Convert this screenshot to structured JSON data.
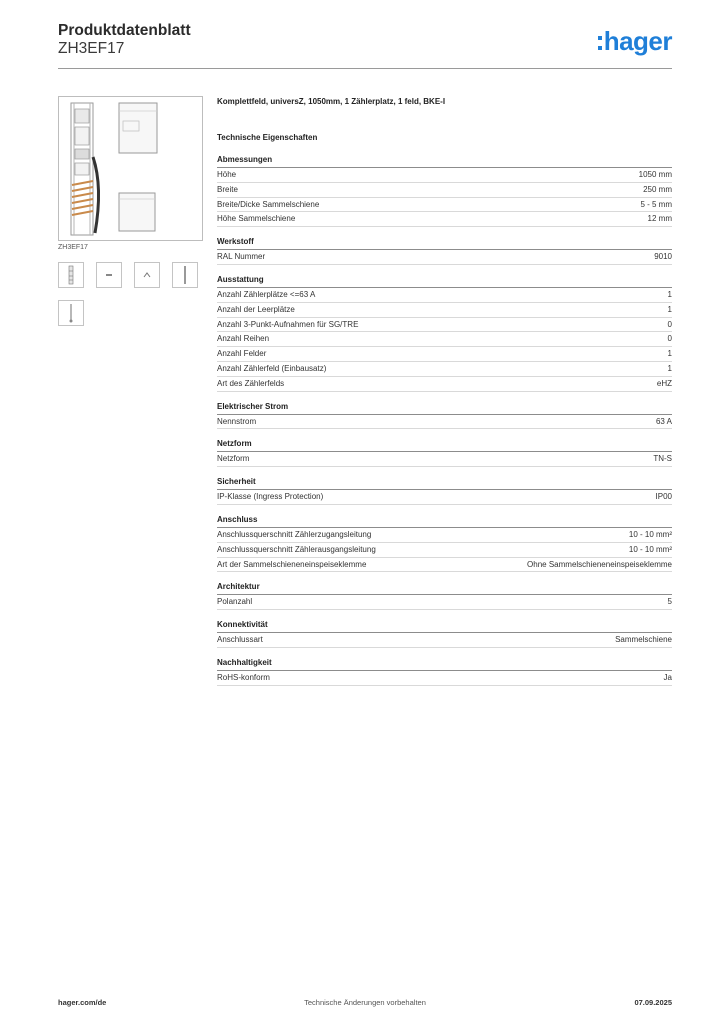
{
  "header": {
    "title": "Produktdatenblatt",
    "code": "ZH3EF17",
    "logo_text": "hager",
    "logo_color": "#1f7fd8"
  },
  "image": {
    "caption": "ZH3EF17",
    "thumb_icons": [
      "terminal-strip-icon",
      "small-bar-icon",
      "clip-icon",
      "busbar-rod-icon",
      "screw-rod-icon"
    ]
  },
  "product_description": "Komplettfeld, universZ, 1050mm,  1 Zählerplatz, 1 feld, BKE-I",
  "tech_title": "Technische Eigenschaften",
  "sections": [
    {
      "title": "Abmessungen",
      "rows": [
        {
          "label": "Höhe",
          "value": "1050 mm"
        },
        {
          "label": "Breite",
          "value": "250 mm"
        },
        {
          "label": "Breite/Dicke Sammelschiene",
          "value": "5 - 5 mm"
        },
        {
          "label": "Höhe Sammelschiene",
          "value": "12 mm"
        }
      ]
    },
    {
      "title": "Werkstoff",
      "rows": [
        {
          "label": "RAL Nummer",
          "value": "9010"
        }
      ]
    },
    {
      "title": "Ausstattung",
      "rows": [
        {
          "label": "Anzahl Zählerplätze <=63 A",
          "value": "1"
        },
        {
          "label": "Anzahl der Leerplätze",
          "value": "1"
        },
        {
          "label": "Anzahl 3-Punkt-Aufnahmen für SG/TRE",
          "value": "0"
        },
        {
          "label": "Anzahl Reihen",
          "value": "0"
        },
        {
          "label": "Anzahl Felder",
          "value": "1"
        },
        {
          "label": "Anzahl Zählerfeld (Einbausatz)",
          "value": "1"
        },
        {
          "label": "Art des Zählerfelds",
          "value": "eHZ"
        }
      ]
    },
    {
      "title": "Elektrischer Strom",
      "rows": [
        {
          "label": "Nennstrom",
          "value": "63 A"
        }
      ]
    },
    {
      "title": "Netzform",
      "rows": [
        {
          "label": "Netzform",
          "value": "TN-S"
        }
      ]
    },
    {
      "title": "Sicherheit",
      "rows": [
        {
          "label": "IP-Klasse (Ingress Protection)",
          "value": "IP00"
        }
      ]
    },
    {
      "title": "Anschluss",
      "rows": [
        {
          "label": "Anschlussquerschnitt Zählerzugangsleitung",
          "value": "10 - 10 mm²"
        },
        {
          "label": "Anschlussquerschnitt Zählerausgangsleitung",
          "value": "10 - 10 mm²"
        },
        {
          "label": "Art der Sammelschieneneinspeiseklemme",
          "value": "Ohne Sammelschieneneinspeiseklemme"
        }
      ]
    },
    {
      "title": "Architektur",
      "rows": [
        {
          "label": "Polanzahl",
          "value": "5"
        }
      ]
    },
    {
      "title": "Konnektivität",
      "rows": [
        {
          "label": "Anschlussart",
          "value": "Sammelschiene"
        }
      ]
    },
    {
      "title": "Nachhaltigkeit",
      "rows": [
        {
          "label": "RoHS-konform",
          "value": "Ja"
        }
      ]
    }
  ],
  "footer": {
    "website": "hager.com/de",
    "note": "Technische Änderungen vorbehalten",
    "date": "07.09.2025"
  }
}
